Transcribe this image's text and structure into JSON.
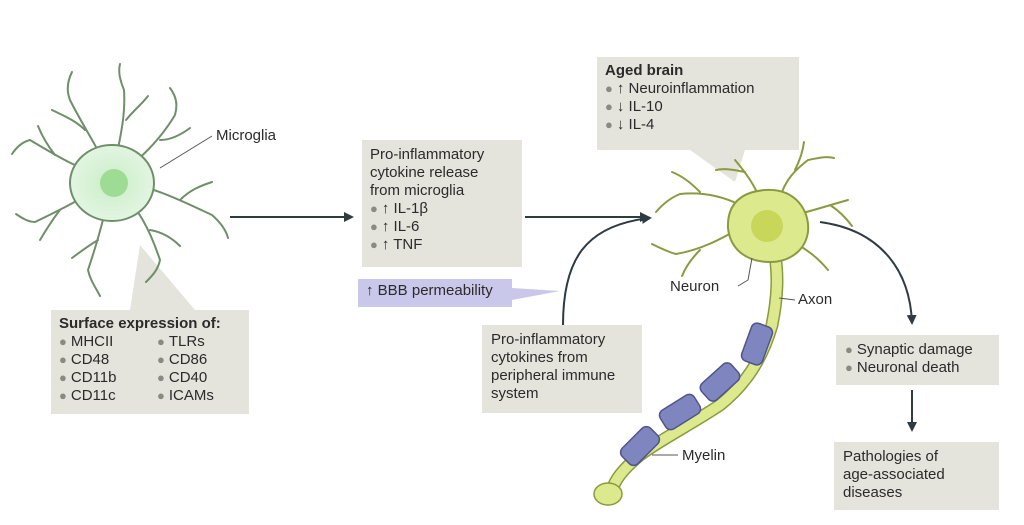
{
  "labels": {
    "microglia": "Microglia",
    "neuron": "Neuron",
    "axon": "Axon",
    "myelin": "Myelin"
  },
  "surface": {
    "title": "Surface expression of:",
    "col1": [
      "MHCII",
      "CD48",
      "CD11b",
      "CD11c"
    ],
    "col2": [
      "TLRs",
      "CD86",
      "CD40",
      "ICAMs"
    ]
  },
  "release": {
    "lines": [
      "Pro-inflammatory",
      "cytokine release",
      "from microglia"
    ],
    "items": [
      "↑ IL-1β",
      "↑ IL-6",
      "↑ TNF"
    ]
  },
  "bbb": {
    "text": "↑ BBB permeability"
  },
  "peripheral": {
    "lines": [
      "Pro-inflammatory",
      "cytokines from",
      "peripheral immune",
      "system"
    ]
  },
  "aged": {
    "title": "Aged brain",
    "items": [
      "↑ Neuroinflammation",
      "↓ IL-10",
      "↓ IL-4"
    ]
  },
  "synaptic": {
    "items": [
      "Synaptic damage",
      "Neuronal death"
    ]
  },
  "pathologies": {
    "lines": [
      "Pathologies of",
      "age-associated",
      "diseases"
    ]
  },
  "colors": {
    "box": "#e4e3dc",
    "bbb": "#c9c8ea",
    "microglia_fill": "#d6f0d4",
    "microglia_stroke": "#6f8f6a",
    "neuron_fill": "#dde98d",
    "myelin": "#7f86bf",
    "arrow": "#2e3b40"
  }
}
